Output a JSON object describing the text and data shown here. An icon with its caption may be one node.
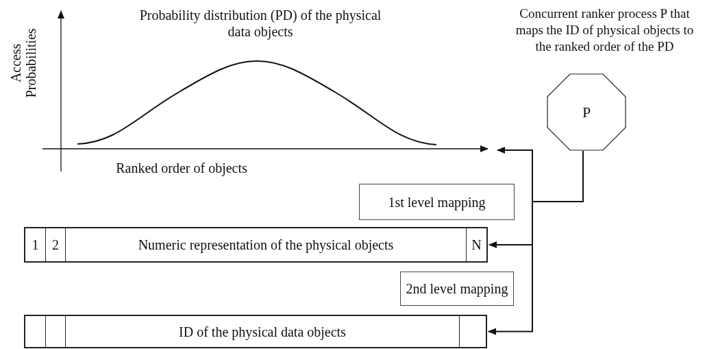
{
  "diagram": {
    "nodes": [
      {
        "text": [
          "P"
        ],
        "beside": [
          "Concurrent ranker process P that maps the ID of physical objects to the ranked order of the PD"
        ]
      },
      {
        "text": [
          "1st level mapping"
        ]
      },
      {
        "text": [
          "1",
          "2",
          "Numeric representation of the physical objects",
          "N"
        ]
      },
      {
        "text": [
          "2nd level mapping"
        ]
      },
      {
        "text": [
          "ID of the physical data objects"
        ]
      }
    ],
    "edges": [
      {
        "from": 0,
        "to": null,
        "arrow": "to"
      },
      {
        "from": 0,
        "to": 2,
        "arrow": "to"
      },
      {
        "from": 0,
        "to": 4,
        "arrow": "to"
      }
    ],
    "labels": [
      "Probability distribution (PD) of the physical data objects",
      "Access Probabilities",
      "Ranked order of objects"
    ]
  }
}
